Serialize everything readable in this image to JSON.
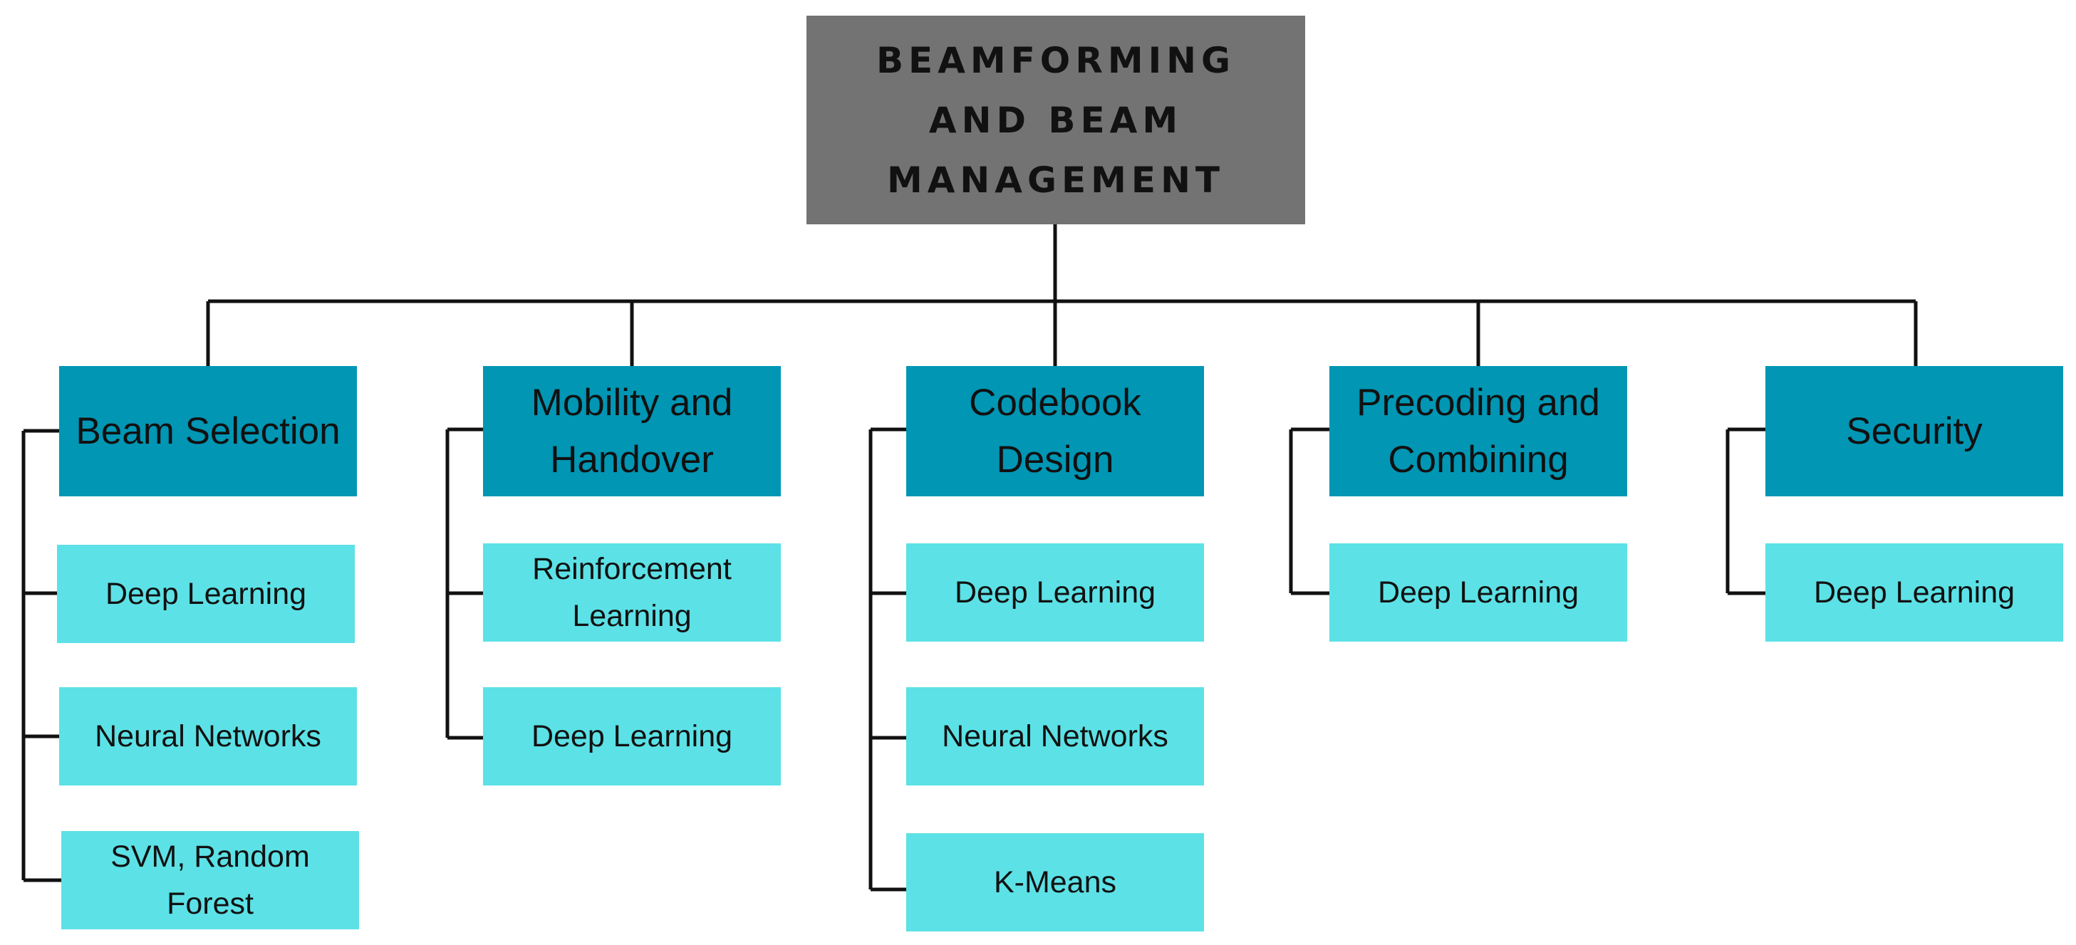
{
  "root": {
    "label": "BEAMFORMING AND BEAM MANAGEMENT"
  },
  "categories": [
    {
      "label": "Beam Selection",
      "children": [
        "Deep Learning",
        "Neural Networks",
        "SVM, Random Forest"
      ]
    },
    {
      "label": "Mobility and Handover",
      "children": [
        "Reinforcement Learning",
        "Deep Learning"
      ]
    },
    {
      "label": "Codebook Design",
      "children": [
        "Deep Learning",
        "Neural Networks",
        "K-Means"
      ]
    },
    {
      "label": "Precoding and Combining",
      "children": [
        "Deep Learning"
      ]
    },
    {
      "label": "Security",
      "children": [
        "Deep Learning"
      ]
    }
  ],
  "colors": {
    "root_fill": "#737373",
    "category_fill": "#0096b4",
    "leaf_fill": "#5ce1e6",
    "connector": "#111111"
  }
}
